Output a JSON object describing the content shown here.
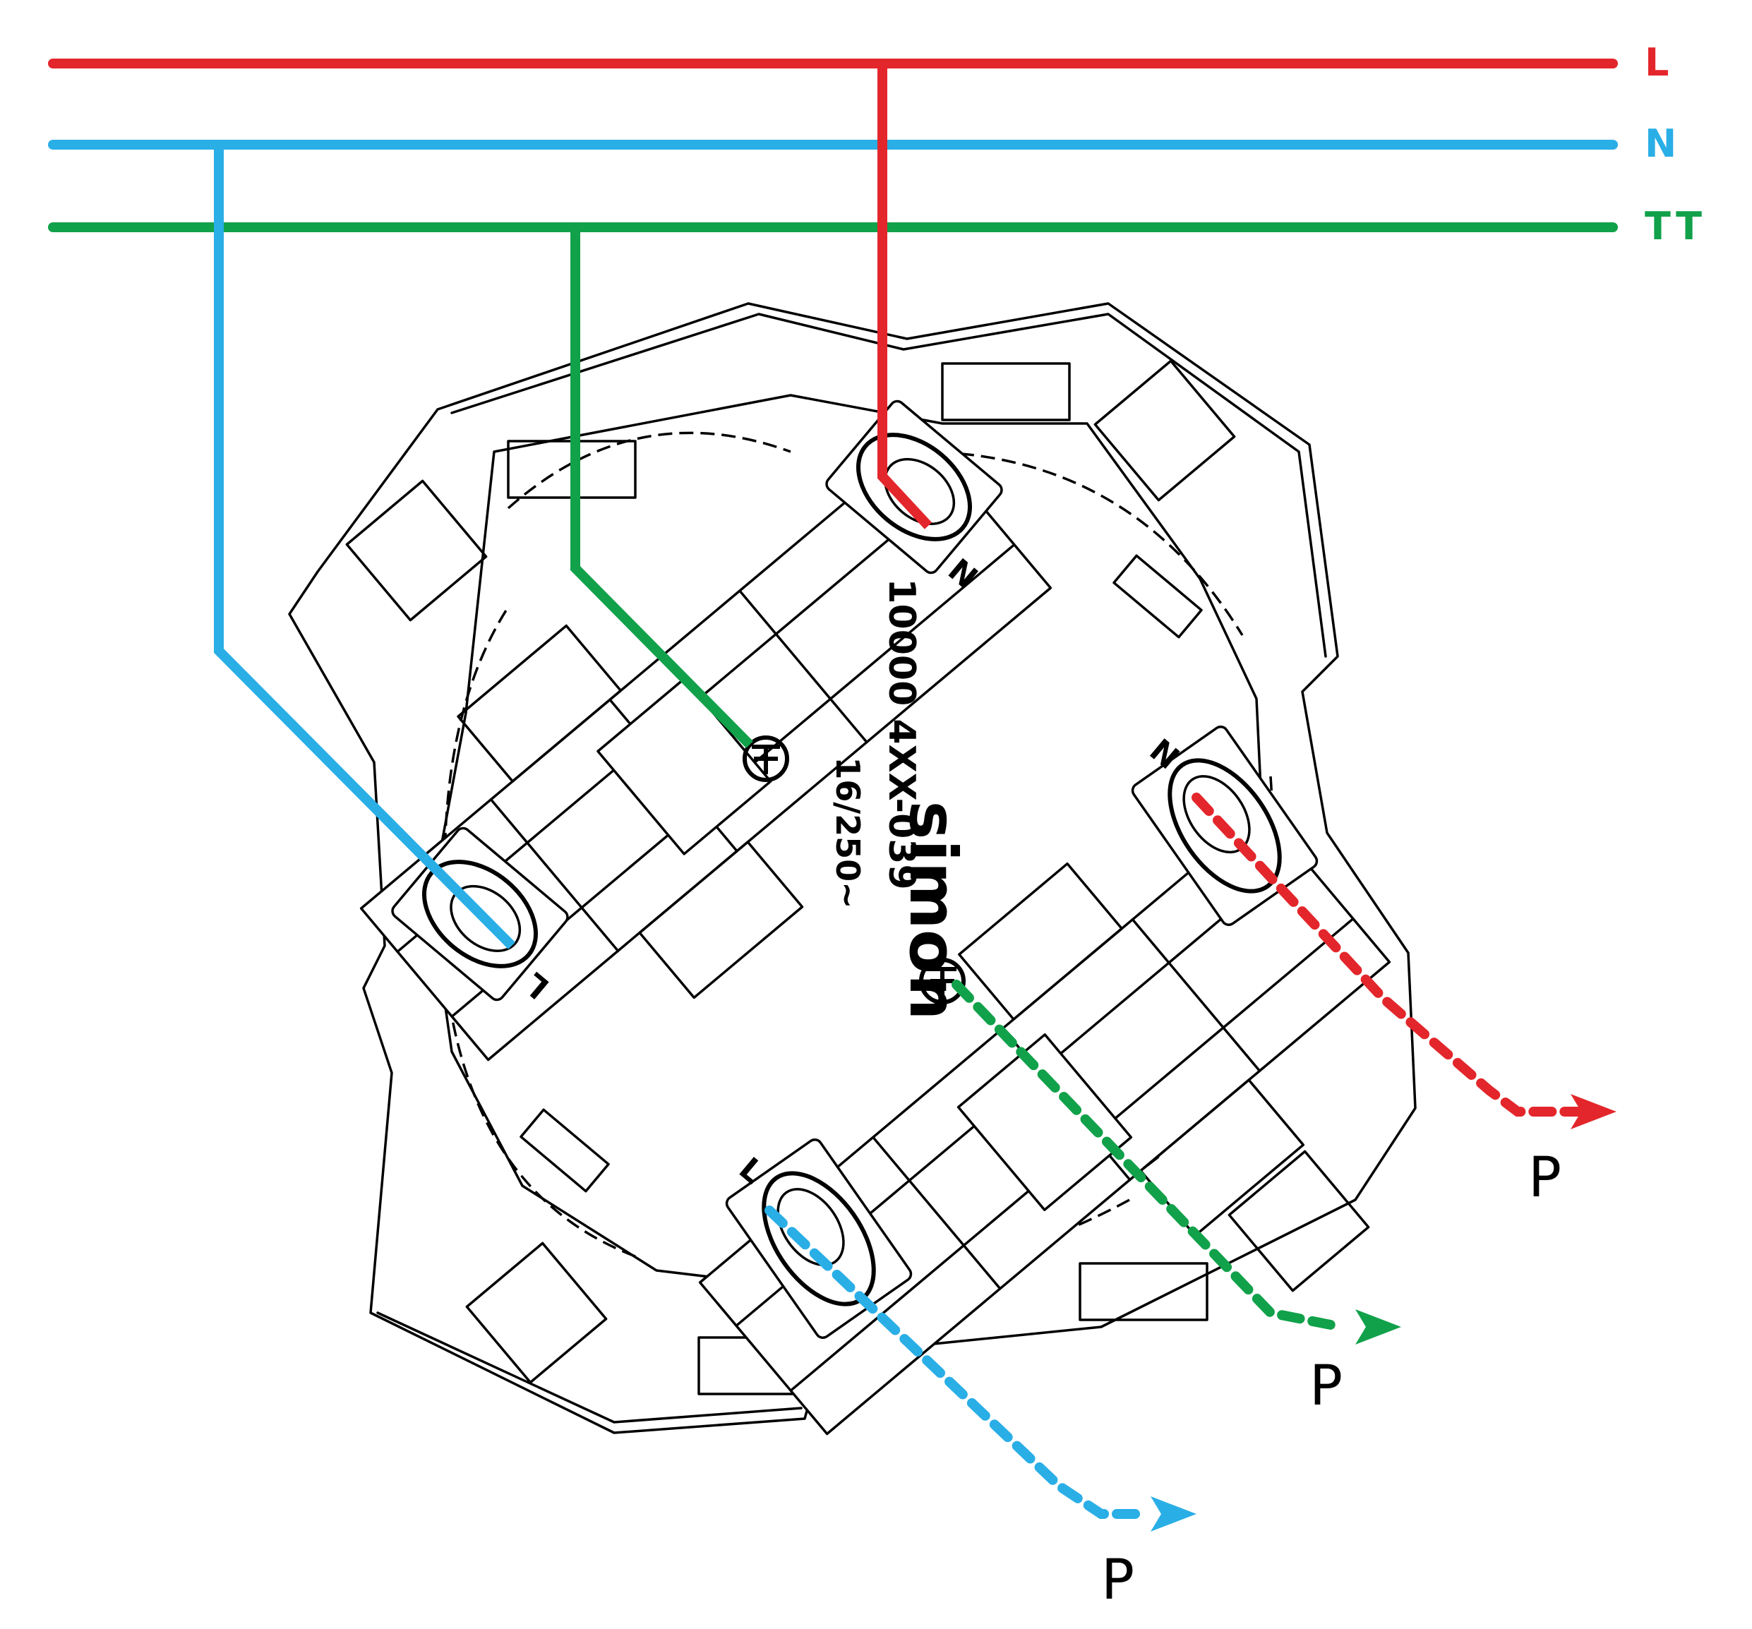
{
  "rails": {
    "line": {
      "label": "L",
      "color": "#e3262b"
    },
    "neutral": {
      "label": "N",
      "color": "#2aaee6"
    },
    "earth": {
      "label": "TT",
      "color": "#11a14a"
    }
  },
  "device": {
    "brand": "simon",
    "model": "10000 4XX-039",
    "rating": "16/250~",
    "terminal_n_top": "N",
    "terminal_l_left": "L",
    "terminal_n_right": "N",
    "terminal_l_bottom": "L"
  },
  "outputs": {
    "red": "P",
    "green": "P",
    "blue": "P"
  },
  "icons": {
    "earth_symbol": "earth-terminal-icon",
    "arrow": "arrow-right-icon"
  }
}
